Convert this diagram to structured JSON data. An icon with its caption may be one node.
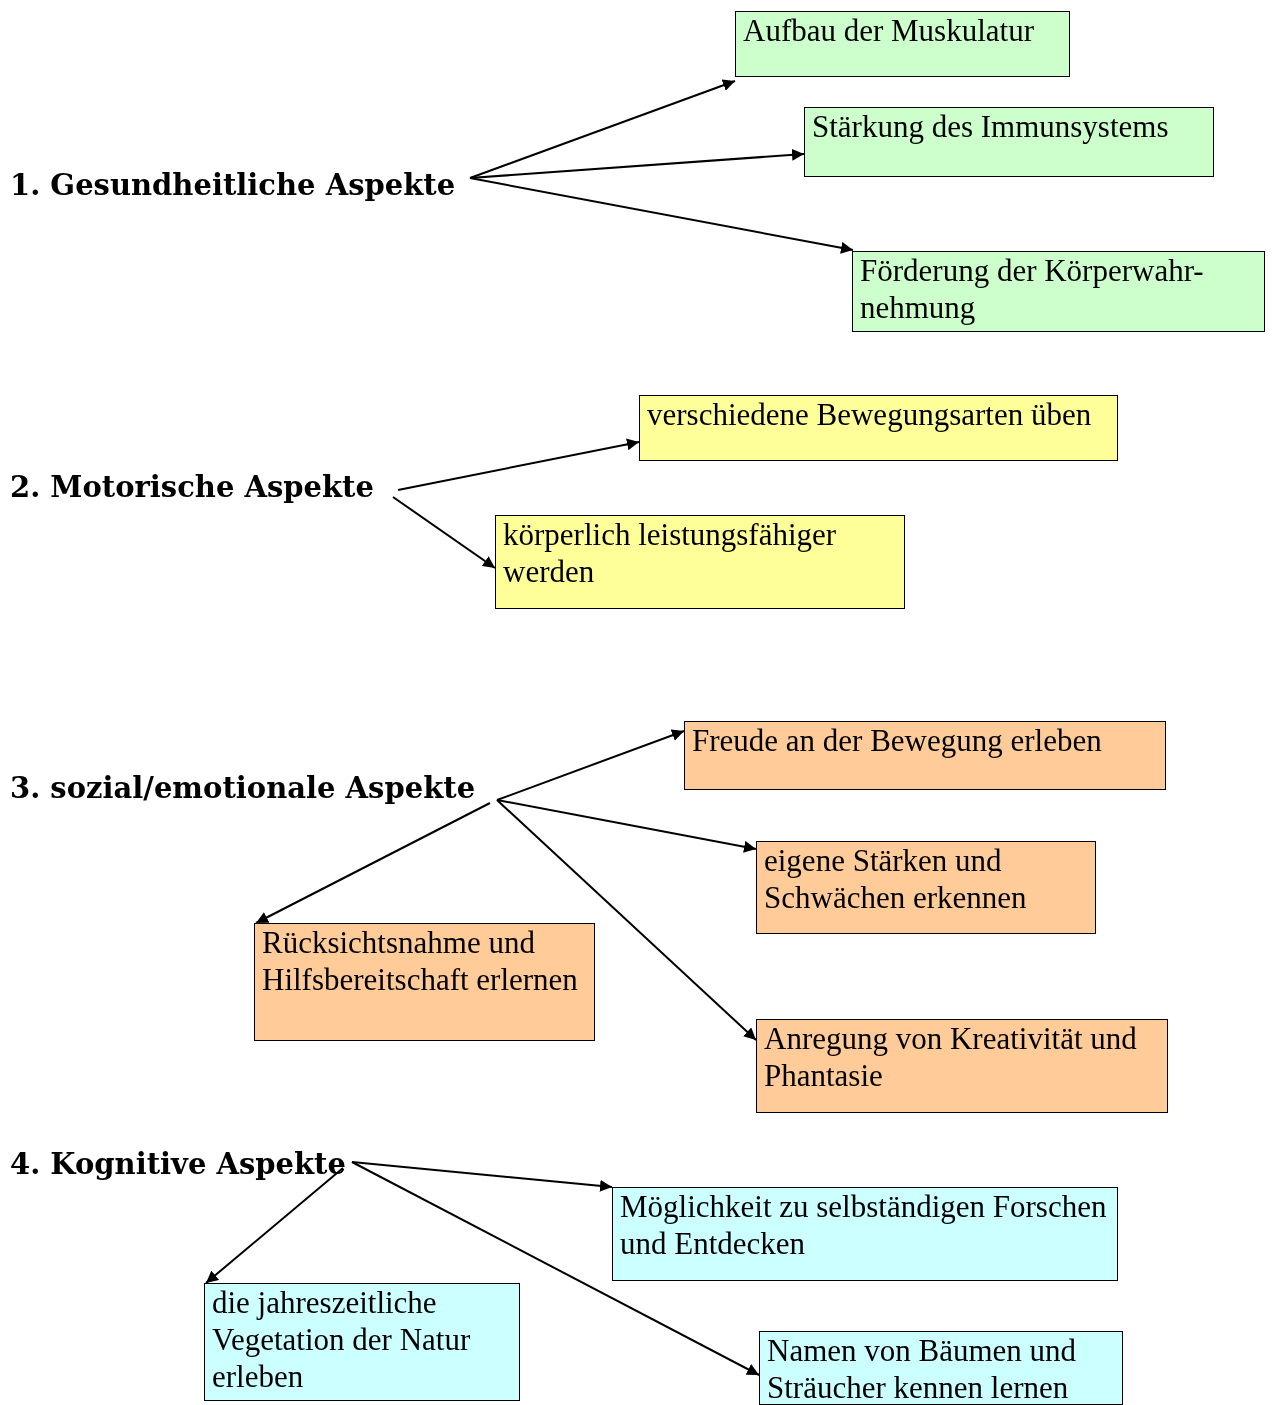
{
  "diagram": {
    "nodes": [
      {
        "text": [
          "1. Gesundheitliche Aspekte"
        ]
      },
      {
        "text": [
          "Aufbau der Muskulatur"
        ]
      },
      {
        "text": [
          "Stärkung des Immunsystems"
        ]
      },
      {
        "text": [
          "Förderung der Körperwahr- nehmung"
        ]
      },
      {
        "text": [
          "2. Motorische Aspekte"
        ]
      },
      {
        "text": [
          "verschiedene Bewegungsarten üben"
        ]
      },
      {
        "text": [
          "körperlich leistungsfähiger werden"
        ]
      },
      {
        "text": [
          "3. sozial/emotionale Aspekte"
        ]
      },
      {
        "text": [
          "Freude an der Bewegung erleben"
        ]
      },
      {
        "text": [
          "eigene Stärken und Schwächen erkennen"
        ]
      },
      {
        "text": [
          "Rücksichtsnahme und Hilfsbereitschaft erlernen"
        ]
      },
      {
        "text": [
          "Anregung von Kreativität und Phantasie"
        ]
      },
      {
        "text": [
          "4. Kognitive Aspekte"
        ]
      },
      {
        "text": [
          "Möglichkeit zu selbständigen Forschen und Entdecken"
        ]
      },
      {
        "text": [
          "die jahreszeitliche Vegetation der Natur erleben"
        ]
      },
      {
        "text": [
          "Namen von Bäumen und Sträucher kennen lernen"
        ]
      }
    ],
    "edges": [
      {
        "from": 0,
        "to": 1,
        "arrow": "to"
      },
      {
        "from": 0,
        "to": 2,
        "arrow": "to"
      },
      {
        "from": 0,
        "to": 3,
        "arrow": "to"
      },
      {
        "from": 4,
        "to": 5,
        "arrow": "to"
      },
      {
        "from": 4,
        "to": 6,
        "arrow": "to"
      },
      {
        "from": 7,
        "to": 8,
        "arrow": "to"
      },
      {
        "from": 7,
        "to": 9,
        "arrow": "to"
      },
      {
        "from": 7,
        "to": 10,
        "arrow": "to"
      },
      {
        "from": 7,
        "to": 11,
        "arrow": "to"
      },
      {
        "from": 12,
        "to": 13,
        "arrow": "to"
      },
      {
        "from": 12,
        "to": 14,
        "arrow": "to"
      },
      {
        "from": 12,
        "to": 15,
        "arrow": "to"
      }
    ]
  }
}
